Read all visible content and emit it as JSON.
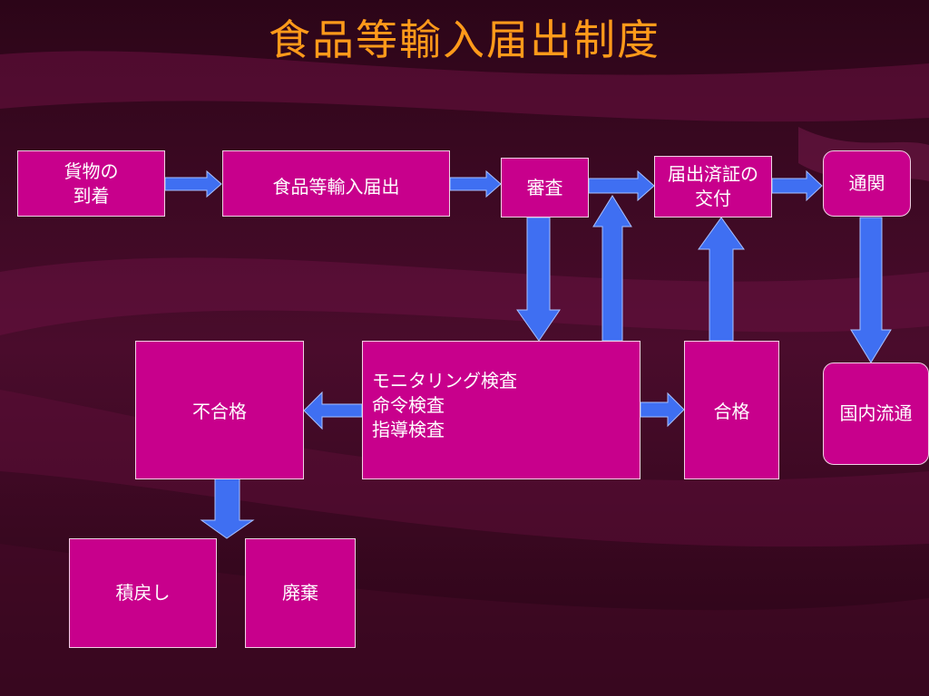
{
  "title": "食品等輸入届出制度",
  "nodes": {
    "cargo": "貨物の\n到着",
    "notification": "食品等輸入届出",
    "review": "審査",
    "certificate": "届出済証の\n交付",
    "customs": "通関",
    "inspection": "モニタリング検査\n命令検査\n指導検査",
    "fail": "不合格",
    "pass": "合格",
    "domestic": "国内流通",
    "return": "積戻し",
    "disposal": "廃棄"
  },
  "colors": {
    "box_fill": "#c8008c",
    "arrow_fill": "#3f6ff2",
    "title_color": "#ff9a1a",
    "background": "#3a0a22"
  }
}
